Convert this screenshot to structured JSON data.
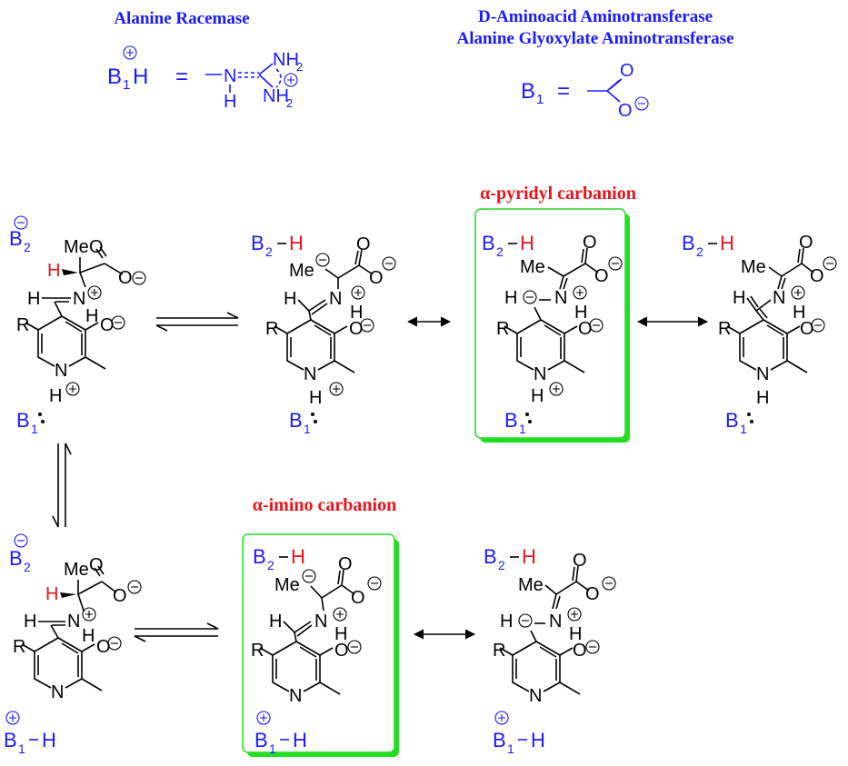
{
  "headers": {
    "alanine_racemase": "Alanine Racemase",
    "daat_line1": "D-Aminoacid Aminotransferase",
    "daat_line2": "Alanine Glyoxylate Aminotransferase"
  },
  "labels": {
    "alpha_pyridyl": "α-pyridyl carbanion",
    "alpha_imino": "α-imino carbanion"
  },
  "atoms": {
    "B": "B",
    "H": "H",
    "N": "N",
    "O": "O",
    "R": "R",
    "Me": "Me",
    "NH2": "NH",
    "sub1": "1",
    "sub2": "2",
    "eq": "=",
    "dash": "–"
  },
  "colors": {
    "blue": "#1a1aff",
    "red": "#e8141b",
    "green": "#22dd22",
    "black": "#000000"
  }
}
